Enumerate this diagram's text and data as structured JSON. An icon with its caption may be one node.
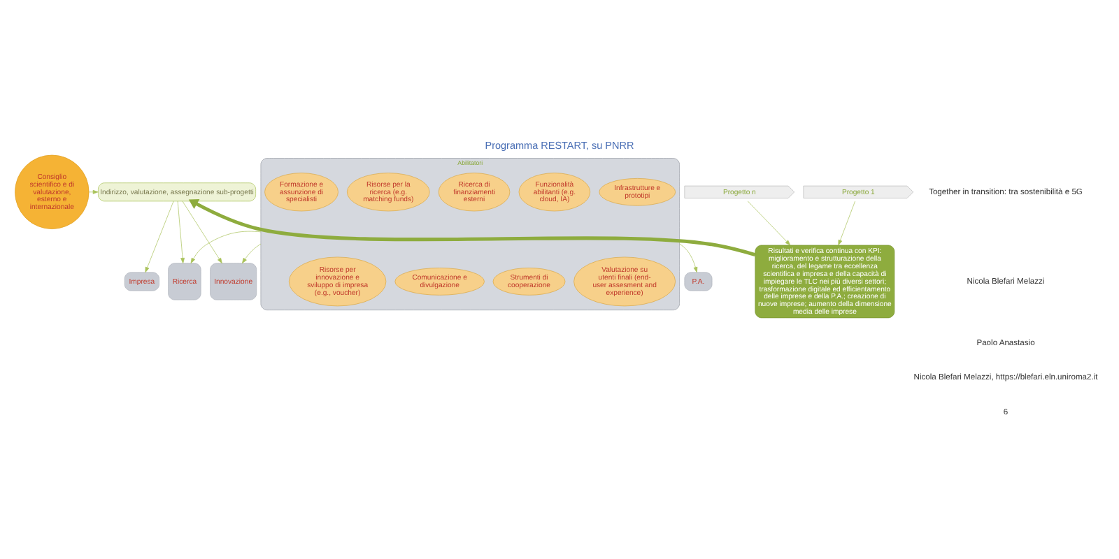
{
  "diagram": {
    "title": "Programma RESTART, su PNRR",
    "nodes": [
      {
        "text": [
          "Consiglio scientifico e di valutazione, esterno e internazionale"
        ]
      },
      {
        "text": [
          "Indirizzo, valutazione, assegnazione sub-progetti"
        ]
      },
      {
        "text": [
          "Ricerca"
        ]
      },
      {
        "text": [
          "Innovazione"
        ]
      },
      {
        "text": [
          "Impresa"
        ]
      },
      {
        "text": [
          "P.A."
        ]
      },
      {
        "text": [
          "Progetto 1"
        ]
      },
      {
        "text": [
          "Progetto n"
        ]
      },
      {
        "text": [
          "Risultati e verifica continua con KPI:",
          "miglioramento e strutturazione della ricerca, del legame tra eccellenza scientifica e impresa e della capacità di impiegare le TLC nei più diversi settori; trasformazione digitale ed efficientamento delle imprese e della P.A.; creazione di nuove imprese; aumento della dimensione media delle imprese"
        ]
      },
      {
        "text": [
          "Abilitatori"
        ]
      },
      {
        "text": [
          "Risorse per la ricerca (e.g. matching funds)"
        ],
        "in": 9
      },
      {
        "text": [
          "Infrastrutture e prototipi"
        ],
        "in": 9
      },
      {
        "text": [
          "Funzionalità abilitanti (e.g. cloud, IA)"
        ],
        "in": 9
      },
      {
        "text": [
          "Ricerca di finanziamenti esterni"
        ],
        "in": 9
      },
      {
        "text": [
          "Formazione e assunzione di specialisti"
        ],
        "in": 9
      },
      {
        "text": [
          "Risorse per innovazione e sviluppo di impresa (e.g., voucher)"
        ],
        "in": 9
      },
      {
        "text": [
          "Valutazione su utenti finali (end-user assesment and experience)"
        ],
        "in": 9
      },
      {
        "text": [
          "Strumenti di cooperazione"
        ],
        "in": 9
      },
      {
        "text": [
          "Comunicazione e divulgazione"
        ],
        "in": 9
      }
    ],
    "edges": [
      {
        "from": 0,
        "to": 1,
        "arrow": "to"
      },
      {
        "from": 1,
        "to": 2,
        "arrow": "to"
      },
      {
        "from": 1,
        "to": 3,
        "arrow": "to"
      },
      {
        "from": 1,
        "to": 4,
        "arrow": "to"
      },
      {
        "from": 6,
        "to": 8,
        "arrow": "to"
      },
      {
        "from": 7,
        "to": 8,
        "arrow": "to"
      },
      {
        "from": 8,
        "to": 1,
        "arrow": "to",
        "style": "thick",
        "color": "#8eac3e"
      },
      {
        "from": 9,
        "to": 2,
        "arrow": "to"
      },
      {
        "from": 9,
        "to": 3,
        "arrow": "to"
      },
      {
        "from": 9,
        "to": 5,
        "arrow": "to"
      }
    ],
    "labels": [
      "Together in transition: tra sostenibilità e 5G",
      "Nicola Blefari Melazzi",
      "Paolo Anastasio",
      "Nicola Blefari Melazzi, https://blefari.eln.uniroma2.it",
      "6"
    ]
  }
}
